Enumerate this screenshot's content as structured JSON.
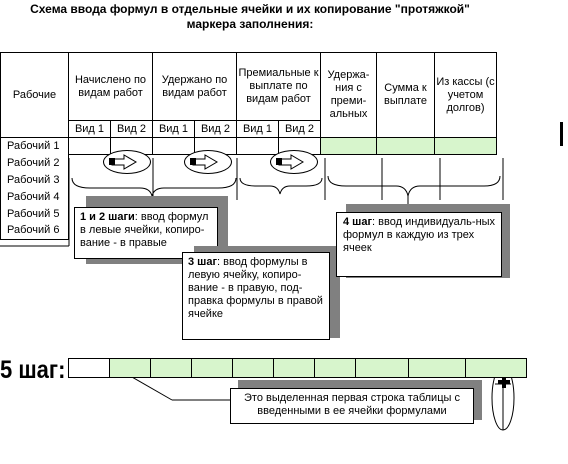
{
  "title_line1": "Схема ввода формул в отдельные ячейки и их копирование \"протяжкой\"",
  "title_line2": "маркера заполнения:",
  "headers": {
    "workers": "Рабочие",
    "accrued": "Начислено по видам работ",
    "withheld": "Удержано по видам работ",
    "bonus": "Премиальные к выплате по видам работ",
    "individual": "Удержа-ния с преми-альных",
    "sum": "Сумма к выплате",
    "cash": "Из кассы (с учетом долгов)"
  },
  "subheaders": [
    "Вид 1",
    "Вид 2",
    "Вид 1",
    "Вид 2",
    "Вид 1",
    "Вид 2"
  ],
  "workers": [
    "Рабочий 1",
    "Рабочий 2",
    "Рабочий 3",
    "Рабочий 4",
    "Рабочий 5",
    "Рабочий 6"
  ],
  "callout1": {
    "bold": "1 и 2 шаги",
    "text": ": ввод формул в левые ячейки, копиро-вание - в правые"
  },
  "callout3": {
    "bold": "3 шаг",
    "text": ": ввод формулы в левую ячейку, копиро-вание - в правую, под-правка формулы в правой ячейке"
  },
  "callout4": {
    "bold": "4 шаг",
    "text": ": ввод индивидуаль-ных формул в каждую из трех ячеек"
  },
  "step5_label": "5 шаг:",
  "callout5": "Это выделенная первая строка таблицы с введенными в ее ячейки формулами",
  "colors": {
    "green": "#d7f5cc",
    "shadow": "#808080"
  },
  "icons": [
    "fill-handle-arrow-icon",
    "mouse-icon"
  ]
}
